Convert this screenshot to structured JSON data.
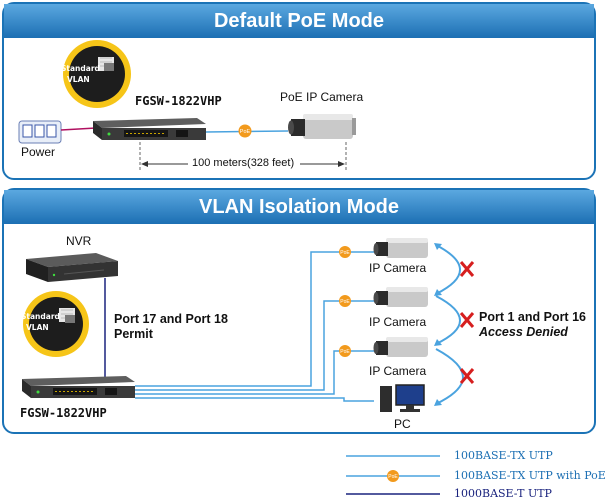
{
  "panel1": {
    "title": "Default PoE Mode",
    "badge_line1": "Standard",
    "badge_line2": "VLAN",
    "switch_label": "FGSW-1822VHP",
    "camera_label": "PoE IP Camera",
    "power_label": "Power",
    "distance_label": "100 meters(328 feet)",
    "poe_tag": "PoE"
  },
  "panel2": {
    "title": "VLAN Isolation Mode",
    "nvr_label": "NVR",
    "badge_line1": "Standard",
    "badge_line2": "VLAN",
    "permit_line1": "Port 17 and Port 18",
    "permit_line2": "Permit",
    "switch_label": "FGSW-1822VHP",
    "cameras": [
      {
        "label": "IP Camera"
      },
      {
        "label": "IP Camera"
      },
      {
        "label": "IP Camera"
      }
    ],
    "pc_label": "PC",
    "denied_line1": "Port 1 and Port 16",
    "denied_line2": "Access Denied",
    "poe_tag": "PoE"
  },
  "legend": [
    {
      "label": "100BASE-TX UTP",
      "color": "#4aa3df",
      "poe": false
    },
    {
      "label": "100BASE-TX UTP with PoE",
      "color": "#4aa3df",
      "poe": true
    },
    {
      "label": "1000BASE-T UTP",
      "color": "#1a237e",
      "poe": false
    }
  ],
  "colors": {
    "header_blue": "#1c6fb3",
    "cable_light": "#4aa3df",
    "cable_dark": "#1a237e",
    "poe_orange": "#f29a1d",
    "deny_red": "#d61f1f",
    "badge_yellow": "#f6c518"
  }
}
